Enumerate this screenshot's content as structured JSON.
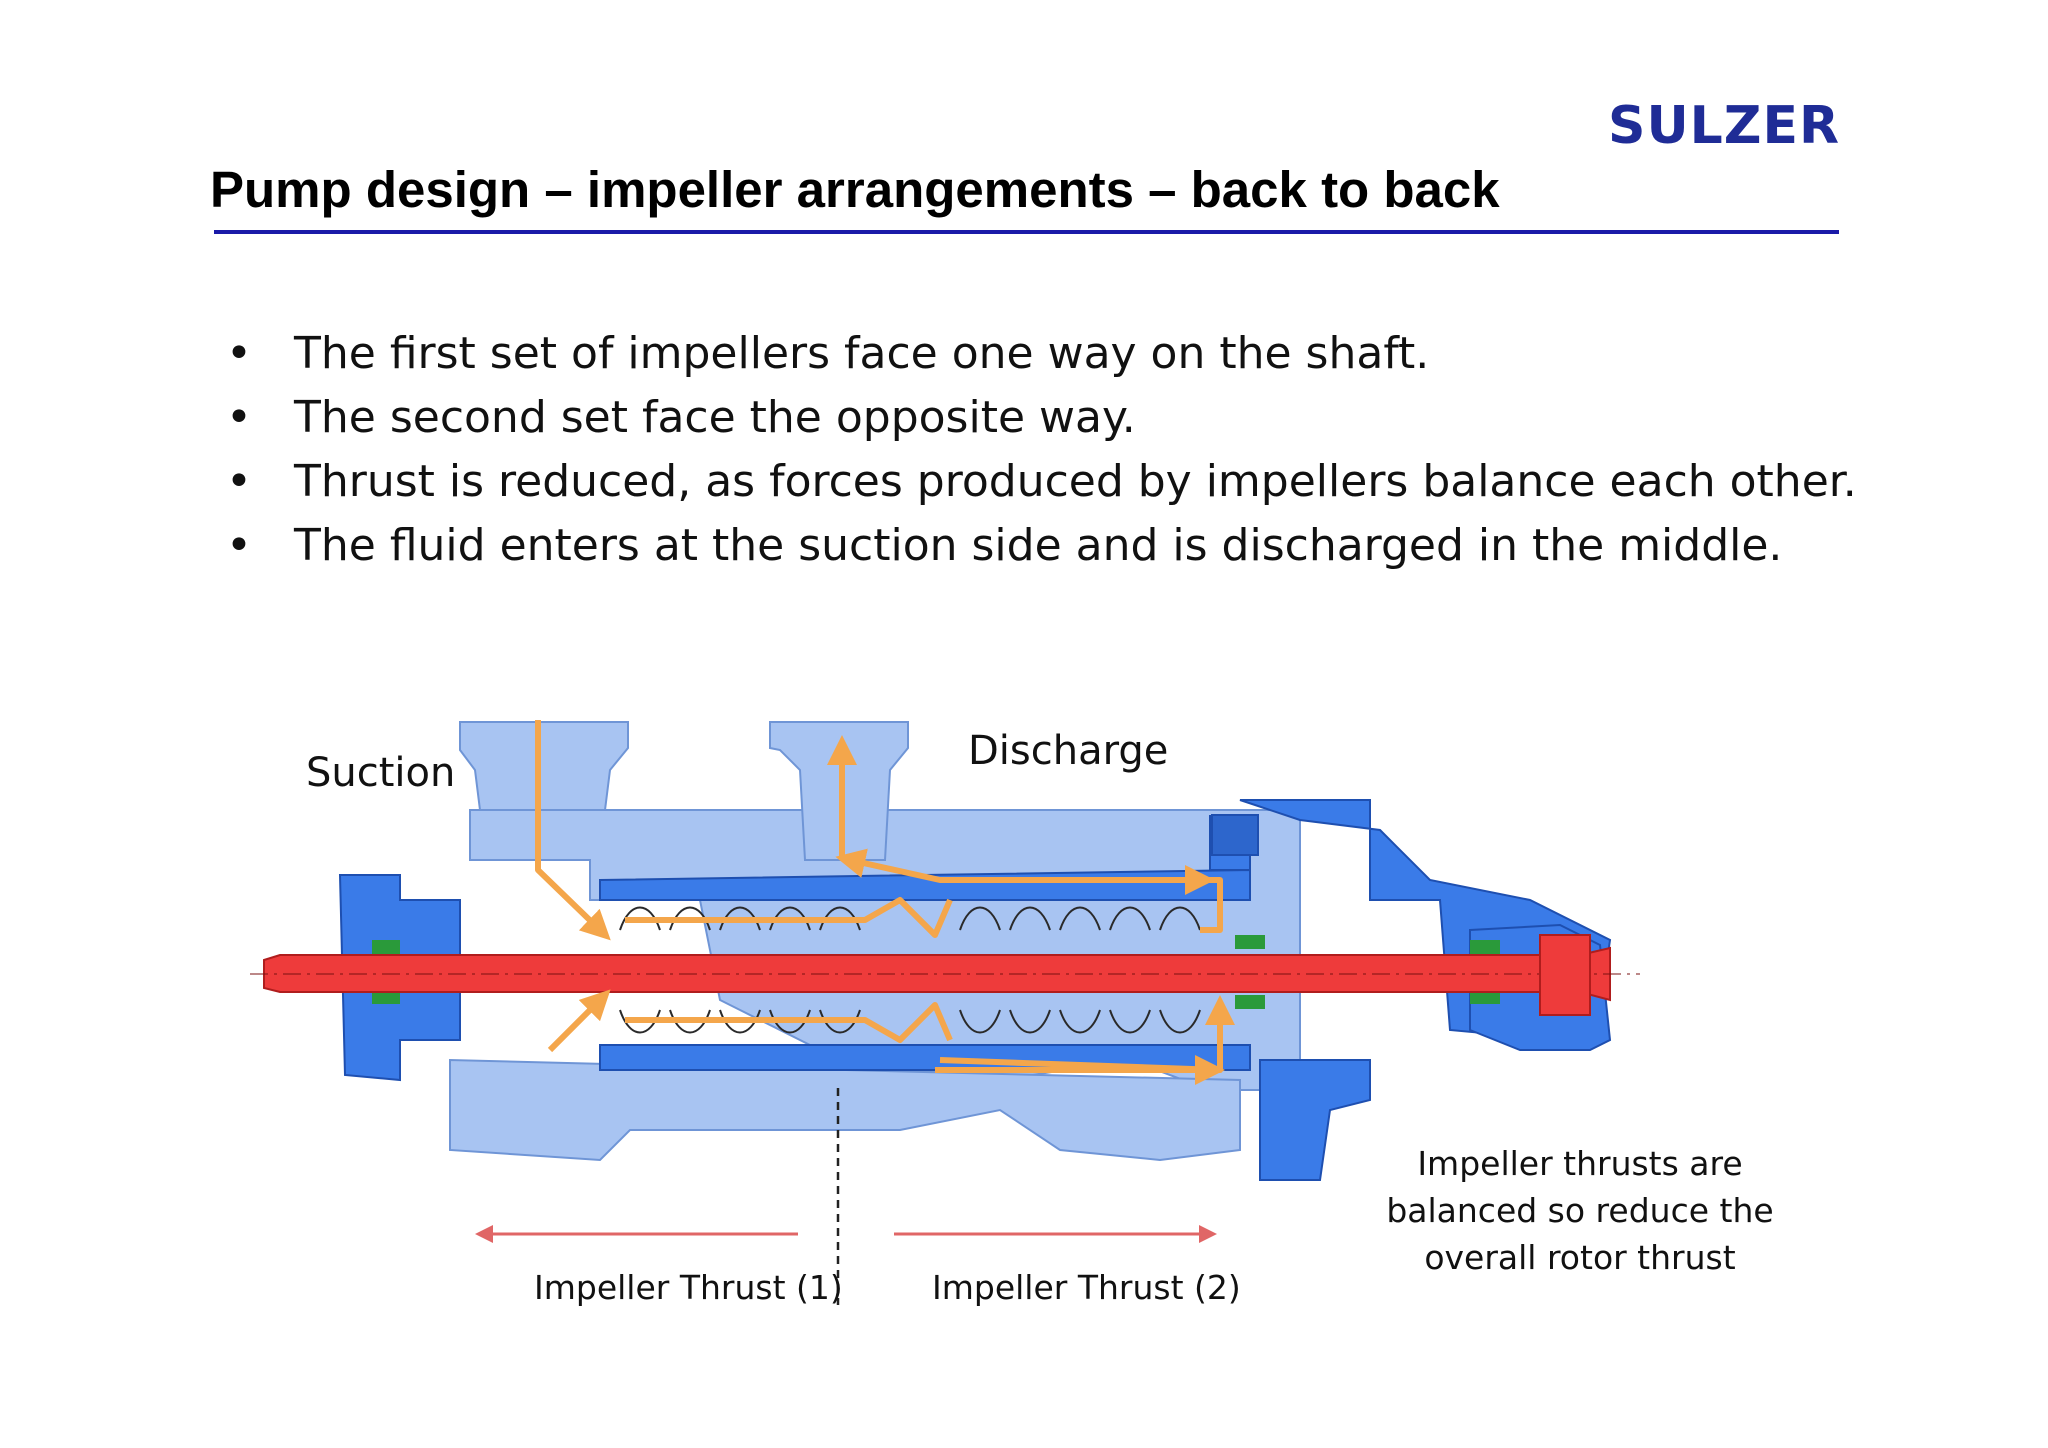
{
  "header": {
    "logo": "SULZER",
    "title": "Pump design – impeller arrangements – back to back"
  },
  "bullets": [
    "The first set of impellers face one way on the shaft.",
    "The second set face the opposite way.",
    "Thrust is reduced, as forces produced by impellers balance each other.",
    "The fluid enters at the suction side and is discharged in the middle."
  ],
  "diagram": {
    "suction_label": "Suction",
    "discharge_label": "Discharge",
    "thrust1_label": "Impeller Thrust (1)",
    "thrust2_label": "Impeller Thrust (2)",
    "note_lines": [
      "Impeller thrusts are",
      "balanced so reduce the",
      "overall rotor thrust"
    ],
    "colors": {
      "casing_light": "#a8c4f2",
      "casing_dark": "#3a7be8",
      "shaft": "#ee3b3b",
      "flow": "#f4a64b",
      "seal": "#2a9a3a",
      "thrust_arrow": "#e06666"
    }
  }
}
